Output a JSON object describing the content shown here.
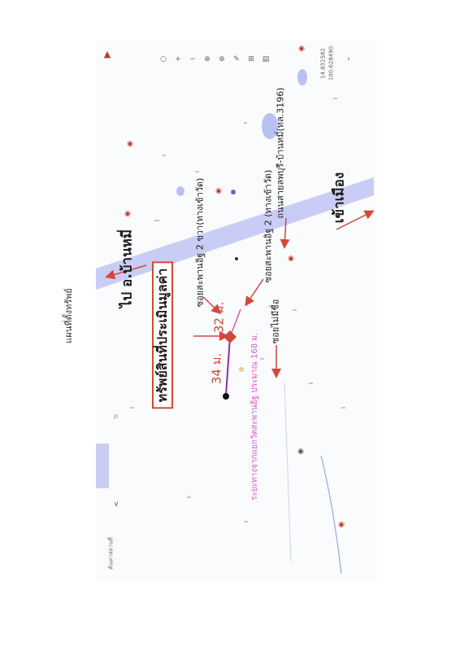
{
  "page_title": "แผนที่ตั้งทรัพย์",
  "labels": {
    "property": "ทรัพย์สินที่ประเมินมูลค่า",
    "to_ban_mi": "ไป อ.บ้านหมี่",
    "to_city": "เข้าเมือง",
    "soi_right": "ซอยสะพานอิฐ 2 ขวา(ทางเข้าวัด)",
    "soi_2": "ซอยสะพานอิฐ 2 (ทางเข้าวัด)",
    "soi_unnamed": "ซอยไม่มีชื่อ",
    "highway": "ถนนสายลพบุรี-บ้านหมี่(ทล.3196)",
    "dist_32": "32 ม.",
    "dist_34": "34 ม.",
    "distance_note": "ระยะทางจากแยกวัดสะพานอิฐ ประมาณ 168 ม."
  },
  "map_ui": {
    "search_placeholder": "ค้นหาสถานที่",
    "coord_lat": "14.831582",
    "coord_lon": "100.628490"
  },
  "colors": {
    "road": "#c9cdf6",
    "arrow_red": "#d4473b",
    "marker_pink": "#e057c8",
    "line_purple": "#8b2fb0"
  },
  "icons": [
    "compass-icon",
    "zoom-in-icon",
    "zoom-out-icon",
    "location-icon",
    "layers-icon",
    "ruler-icon",
    "share-icon",
    "print-icon",
    "search-icon",
    "chevron-icon"
  ]
}
